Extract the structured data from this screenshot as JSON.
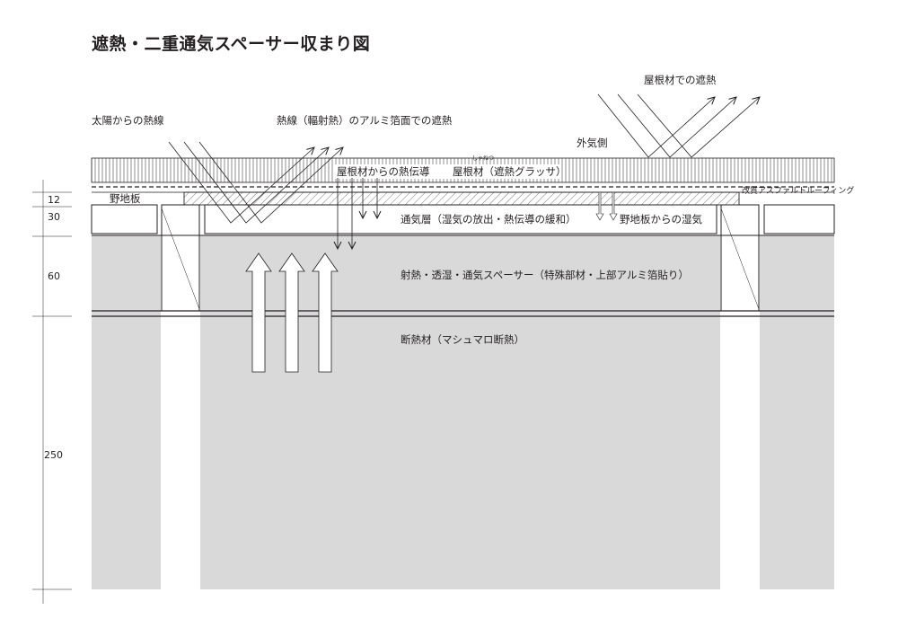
{
  "title": "遮熱・二重通気スペーサー収まり図",
  "labels": {
    "roof_reflect": "屋根材での遮熱",
    "solar_heat": "太陽からの熱線",
    "radiant_foil": "熱線（輻射熱）のアルミ箔面での遮熱",
    "exterior": "外気側",
    "roof_conduct": "屋根材からの熱伝導",
    "roof_material": "屋根材（遮熱グラッサ）",
    "roof_material_ruby": "しゃねつ",
    "underlay": "改質アスファルトルーフィング",
    "sheathing": "野地板",
    "vent_layer": "通気層（湿気の放出・熱伝導の緩和）",
    "sheathing_moisture": "野地板からの湿気",
    "spacer": "射熱・透湿・通気スペーサー（特殊部材・上部アルミ箔貼り）",
    "insulation": "断熱材（マシュマロ断熱）"
  },
  "dimensions": [
    "12",
    "30",
    "60",
    "250"
  ],
  "colors": {
    "line": "#231f20",
    "insulation_fill": "#d9d9da",
    "white": "#ffffff"
  }
}
